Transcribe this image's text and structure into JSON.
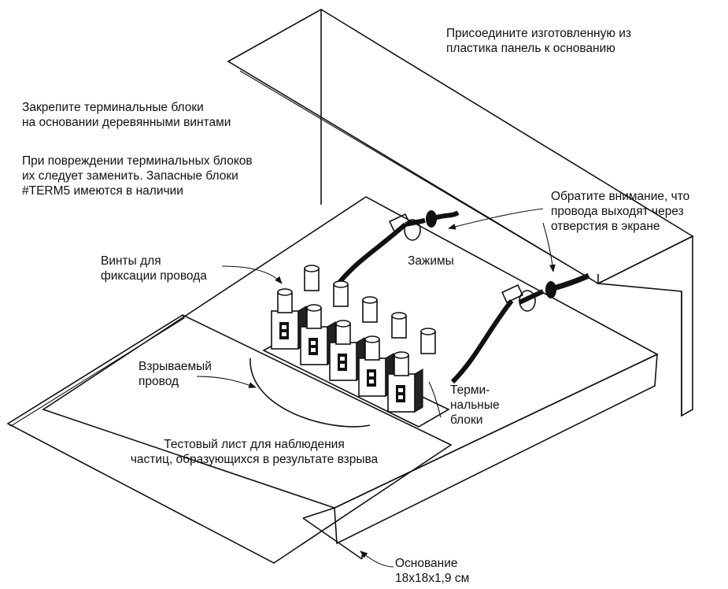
{
  "labels": {
    "attach_panel": [
      "Присоедините изготовленную из",
      "пластика панель к основанию"
    ],
    "fix_blocks": [
      "Закрепите терминальные блоки",
      "на основании деревянными винтами"
    ],
    "replace_blocks": [
      "При повреждении терминальных блоков",
      "их следует заменить. Запасные блоки",
      "#TERM5 имеются в наличии"
    ],
    "wires_through": [
      "Обратите внимание, что",
      "провода выходят через",
      "отверстия в экране"
    ],
    "screws": [
      "Винты для",
      "фиксации провода"
    ],
    "clamps": "Зажимы",
    "exploding_wire": [
      "Взрываемый",
      "провод"
    ],
    "terminal_blocks": [
      "Терми-",
      "нальные",
      "блоки"
    ],
    "test_sheet": [
      "Тестовый лист для наблюдения",
      "частиц, образующихся в результате взрыва"
    ],
    "base": [
      "Основание",
      "18x18x1,9 см"
    ]
  },
  "colors": {
    "ink": "#111111",
    "paper": "#ffffff"
  }
}
